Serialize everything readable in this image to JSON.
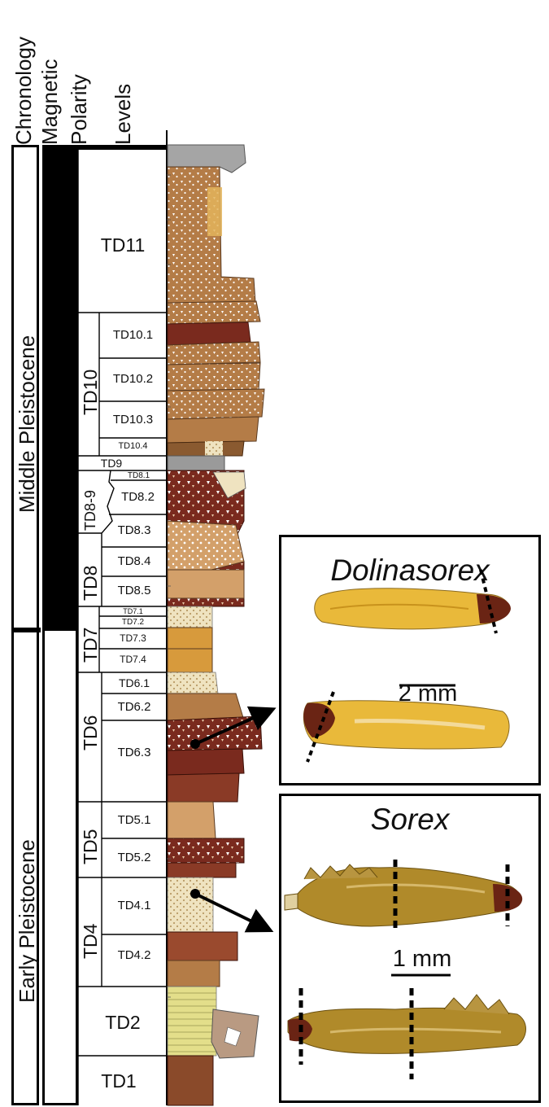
{
  "headers": {
    "chronology": "Chronology",
    "magnetic": "Magnetic",
    "polarity": "Polarity",
    "levels": "Levels"
  },
  "chronology": {
    "middle": "Middle Pleistocene",
    "early": "Early Pleistocene"
  },
  "levels": {
    "td11": "TD11",
    "td10": "TD10",
    "td10_1": "TD10.1",
    "td10_2": "TD10.2",
    "td10_3": "TD10.3",
    "td10_4": "TD10.4",
    "td9": "TD9",
    "td8_9": "TD8-9",
    "td8_1": "TD8.1",
    "td8_2": "TD8.2",
    "td8_3": "TD8.3",
    "td8": "TD8",
    "td8_4": "TD8.4",
    "td8_5": "TD8.5",
    "td7": "TD7",
    "td7_1": "TD7.1",
    "td7_2": "TD7.2",
    "td7_3": "TD7.3",
    "td7_4": "TD7.4",
    "td6": "TD6",
    "td6_1": "TD6.1",
    "td6_2": "TD6.2",
    "td6_3": "TD6.3",
    "td5": "TD5",
    "td5_1": "TD5.1",
    "td5_2": "TD5.2",
    "td4": "TD4",
    "td4_1": "TD4.1",
    "td4_2": "TD4.2",
    "td2": "TD2",
    "td1": "TD1"
  },
  "panels": {
    "dolinasorex": {
      "title": "Dolinasorex",
      "scale": "2 mm"
    },
    "sorex": {
      "title": "Sorex",
      "scale": "1 mm"
    }
  },
  "colors": {
    "brown": "#9a6a3c",
    "light_brown": "#c99a62",
    "dark_red": "#7a2a1e",
    "tan": "#d6a15e",
    "cream": "#efe3c0",
    "yellow_green": "#e3de8a",
    "gray": "#9a9a9a",
    "tooth_yellow": "#e9b93a",
    "tooth_olive": "#b08a2a",
    "tooth_tip": "#6a2414"
  }
}
